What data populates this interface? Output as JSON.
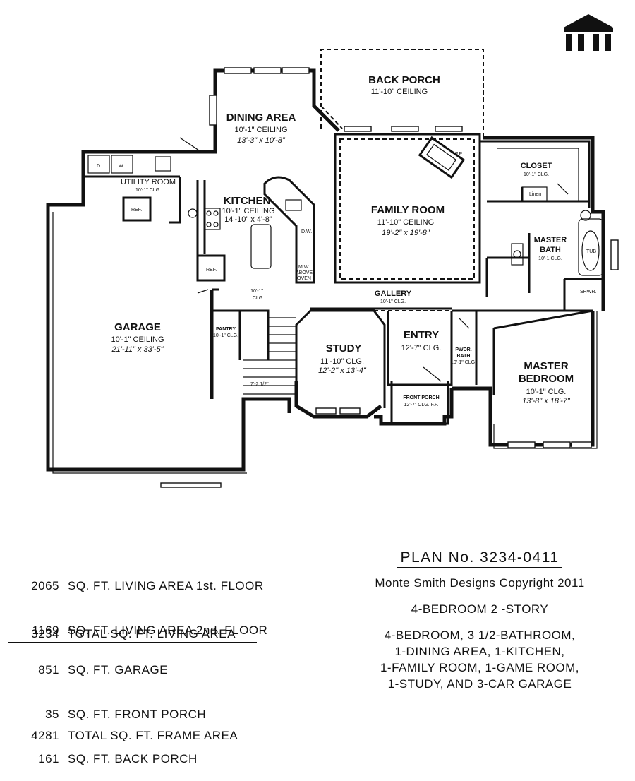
{
  "rooms": {
    "back_porch": {
      "name": "BACK PORCH",
      "ceiling": "11'-10\" CEILING",
      "size": ""
    },
    "dining": {
      "name": "DINING AREA",
      "ceiling": "10'-1\" CEILING",
      "size": "13'-3\" x 10'-8\""
    },
    "closet": {
      "name": "CLOSET",
      "ceiling": "10'-1\" CLG."
    },
    "utility": {
      "name": "UTILITY ROOM",
      "ceiling": "10'-1\" CLG."
    },
    "kitchen": {
      "name": "KITCHEN",
      "ceiling": "10'-1\" CEILING",
      "size": "14'-10\" x 4'-8\""
    },
    "family": {
      "name": "FAMILY ROOM",
      "ceiling": "11'-10\" CEILING",
      "size": "19'-2\" x 19'-8\""
    },
    "master_bath": {
      "name_1": "MASTER",
      "name_2": "BATH",
      "ceiling": "10'-1 CLG."
    },
    "garage": {
      "name": "GARAGE",
      "ceiling": "10'-1\" CEILING",
      "size": "21'-11\" x 33'-5\""
    },
    "gallery": {
      "name": "GALLERY",
      "ceiling": "10'-1\" CLG."
    },
    "stair_clg": {
      "line_1": "10'-1\"",
      "line_2": "CLG."
    },
    "pantry": {
      "name": "PANTRY",
      "ceiling": "10'-1\" CLG."
    },
    "study": {
      "name": "STUDY",
      "ceiling": "11'-10\" CLG.",
      "size": "12'-2\" x 13'-4\""
    },
    "entry": {
      "name": "ENTRY",
      "ceiling": "12'-7\" CLG."
    },
    "powder": {
      "name_1": "PWDR.",
      "name_2": "BATH",
      "ceiling": "10'-1\" CLG."
    },
    "master_bed": {
      "name_1": "MASTER",
      "name_2": "BEDROOM",
      "ceiling": "10'-1\" CLG.",
      "size": "13'-8\" x 18'-7\""
    },
    "front_porch": {
      "name": "FRONT PORCH",
      "ceiling": "12'-7\" CLG. F.F."
    }
  },
  "fixtures": {
    "fp": "F.P.",
    "linen": "Linen",
    "tub": "TUB",
    "shwr": "SHWR.",
    "dw": "D.W.",
    "mw_1": "M.W.",
    "mw_2": "ABOVE",
    "mw_3": "OVEN",
    "ref_kitchen": "REF.",
    "ref_utility": "REF.",
    "washer": "W.",
    "dryer": "D.",
    "stair_dim": "7'-2 1/2\""
  },
  "stats": {
    "rows": [
      {
        "num": "2065",
        "label": "SQ. FT. LIVING AREA 1st. FLOOR"
      },
      {
        "num": "1169",
        "label": "SQ. FT. LIVING AREA 2nd. FLOOR"
      }
    ],
    "total_living": {
      "num": "3234",
      "label": "TOTAL SQ. FT. LIVING AREA"
    },
    "rows2": [
      {
        "num": "851",
        "label": "SQ. FT. GARAGE"
      },
      {
        "num": "35",
        "label": "SQ. FT. FRONT PORCH"
      },
      {
        "num": "161",
        "label": "SQ. FT. BACK PORCH"
      }
    ],
    "total_frame": {
      "num": "4281",
      "label": "TOTAL SQ. FT. FRAME AREA"
    }
  },
  "plan_info": {
    "plan_no": "PLAN No. 3234-0411",
    "copyright": "Monte Smith Designs Copyright 2011",
    "story": "4-BEDROOM 2 -STORY",
    "features": [
      "4-BEDROOM, 3 1/2-BATHROOM,",
      "1-DINING AREA, 1-KITCHEN,",
      "1-FAMILY ROOM, 1-GAME ROOM,",
      "1-STUDY, AND 3-CAR GARAGE"
    ]
  },
  "colors": {
    "ink": "#111111",
    "paper": "#ffffff"
  },
  "icons": {
    "logo": "columned-building-logo"
  }
}
